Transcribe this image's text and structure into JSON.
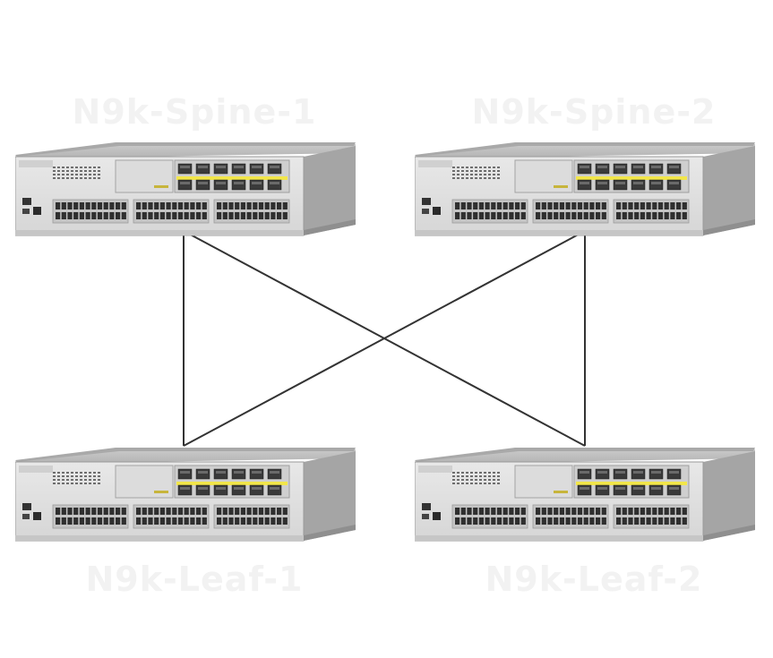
{
  "diagram": {
    "nodes": [
      {
        "id": "spine1",
        "label": "N9k-Spine-1",
        "role": "spine"
      },
      {
        "id": "spine2",
        "label": "N9k-Spine-2",
        "role": "spine"
      },
      {
        "id": "leaf1",
        "label": "N9k-Leaf-1",
        "role": "leaf"
      },
      {
        "id": "leaf2",
        "label": "N9k-Leaf-2",
        "role": "leaf"
      }
    ],
    "links": [
      {
        "from": "spine1",
        "to": "leaf1"
      },
      {
        "from": "spine1",
        "to": "leaf2"
      },
      {
        "from": "spine2",
        "to": "leaf1"
      },
      {
        "from": "spine2",
        "to": "leaf2"
      }
    ],
    "colors": {
      "link": "#333333",
      "chassis": "#d6d6d6",
      "port_highlight": "#f2e64a",
      "label": "#f2f2f2"
    }
  }
}
